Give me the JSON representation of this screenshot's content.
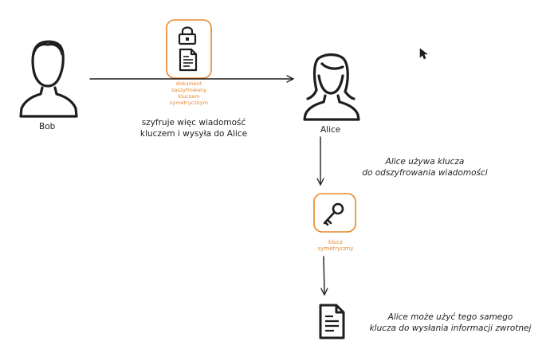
{
  "people": {
    "bob": {
      "name": "Bob"
    },
    "alice": {
      "name": "Alice"
    }
  },
  "encrypted_doc": {
    "caption_lines": [
      "dokument",
      "zaszyfrowany",
      "kluczem",
      "symetrycznym"
    ]
  },
  "step_send": {
    "lines": [
      "szyfruje więc wiadomość",
      "kluczem i wysyła do Alice"
    ]
  },
  "step_decrypt": {
    "lines": [
      "Alice używa klucza",
      "do odszyfrowania wiadomości"
    ]
  },
  "symmetric_key": {
    "caption_lines": [
      "klucz",
      "symetryczny"
    ]
  },
  "step_reply": {
    "lines": [
      "Alice może użyć tego samego",
      "klucza do wysłania informacji zwrotnej"
    ]
  },
  "colors": {
    "accent": "#e8862a",
    "ink": "#1e1e1e"
  },
  "icons": [
    "user-icon",
    "lock-icon",
    "document-icon",
    "key-icon",
    "mouse-cursor-icon"
  ]
}
